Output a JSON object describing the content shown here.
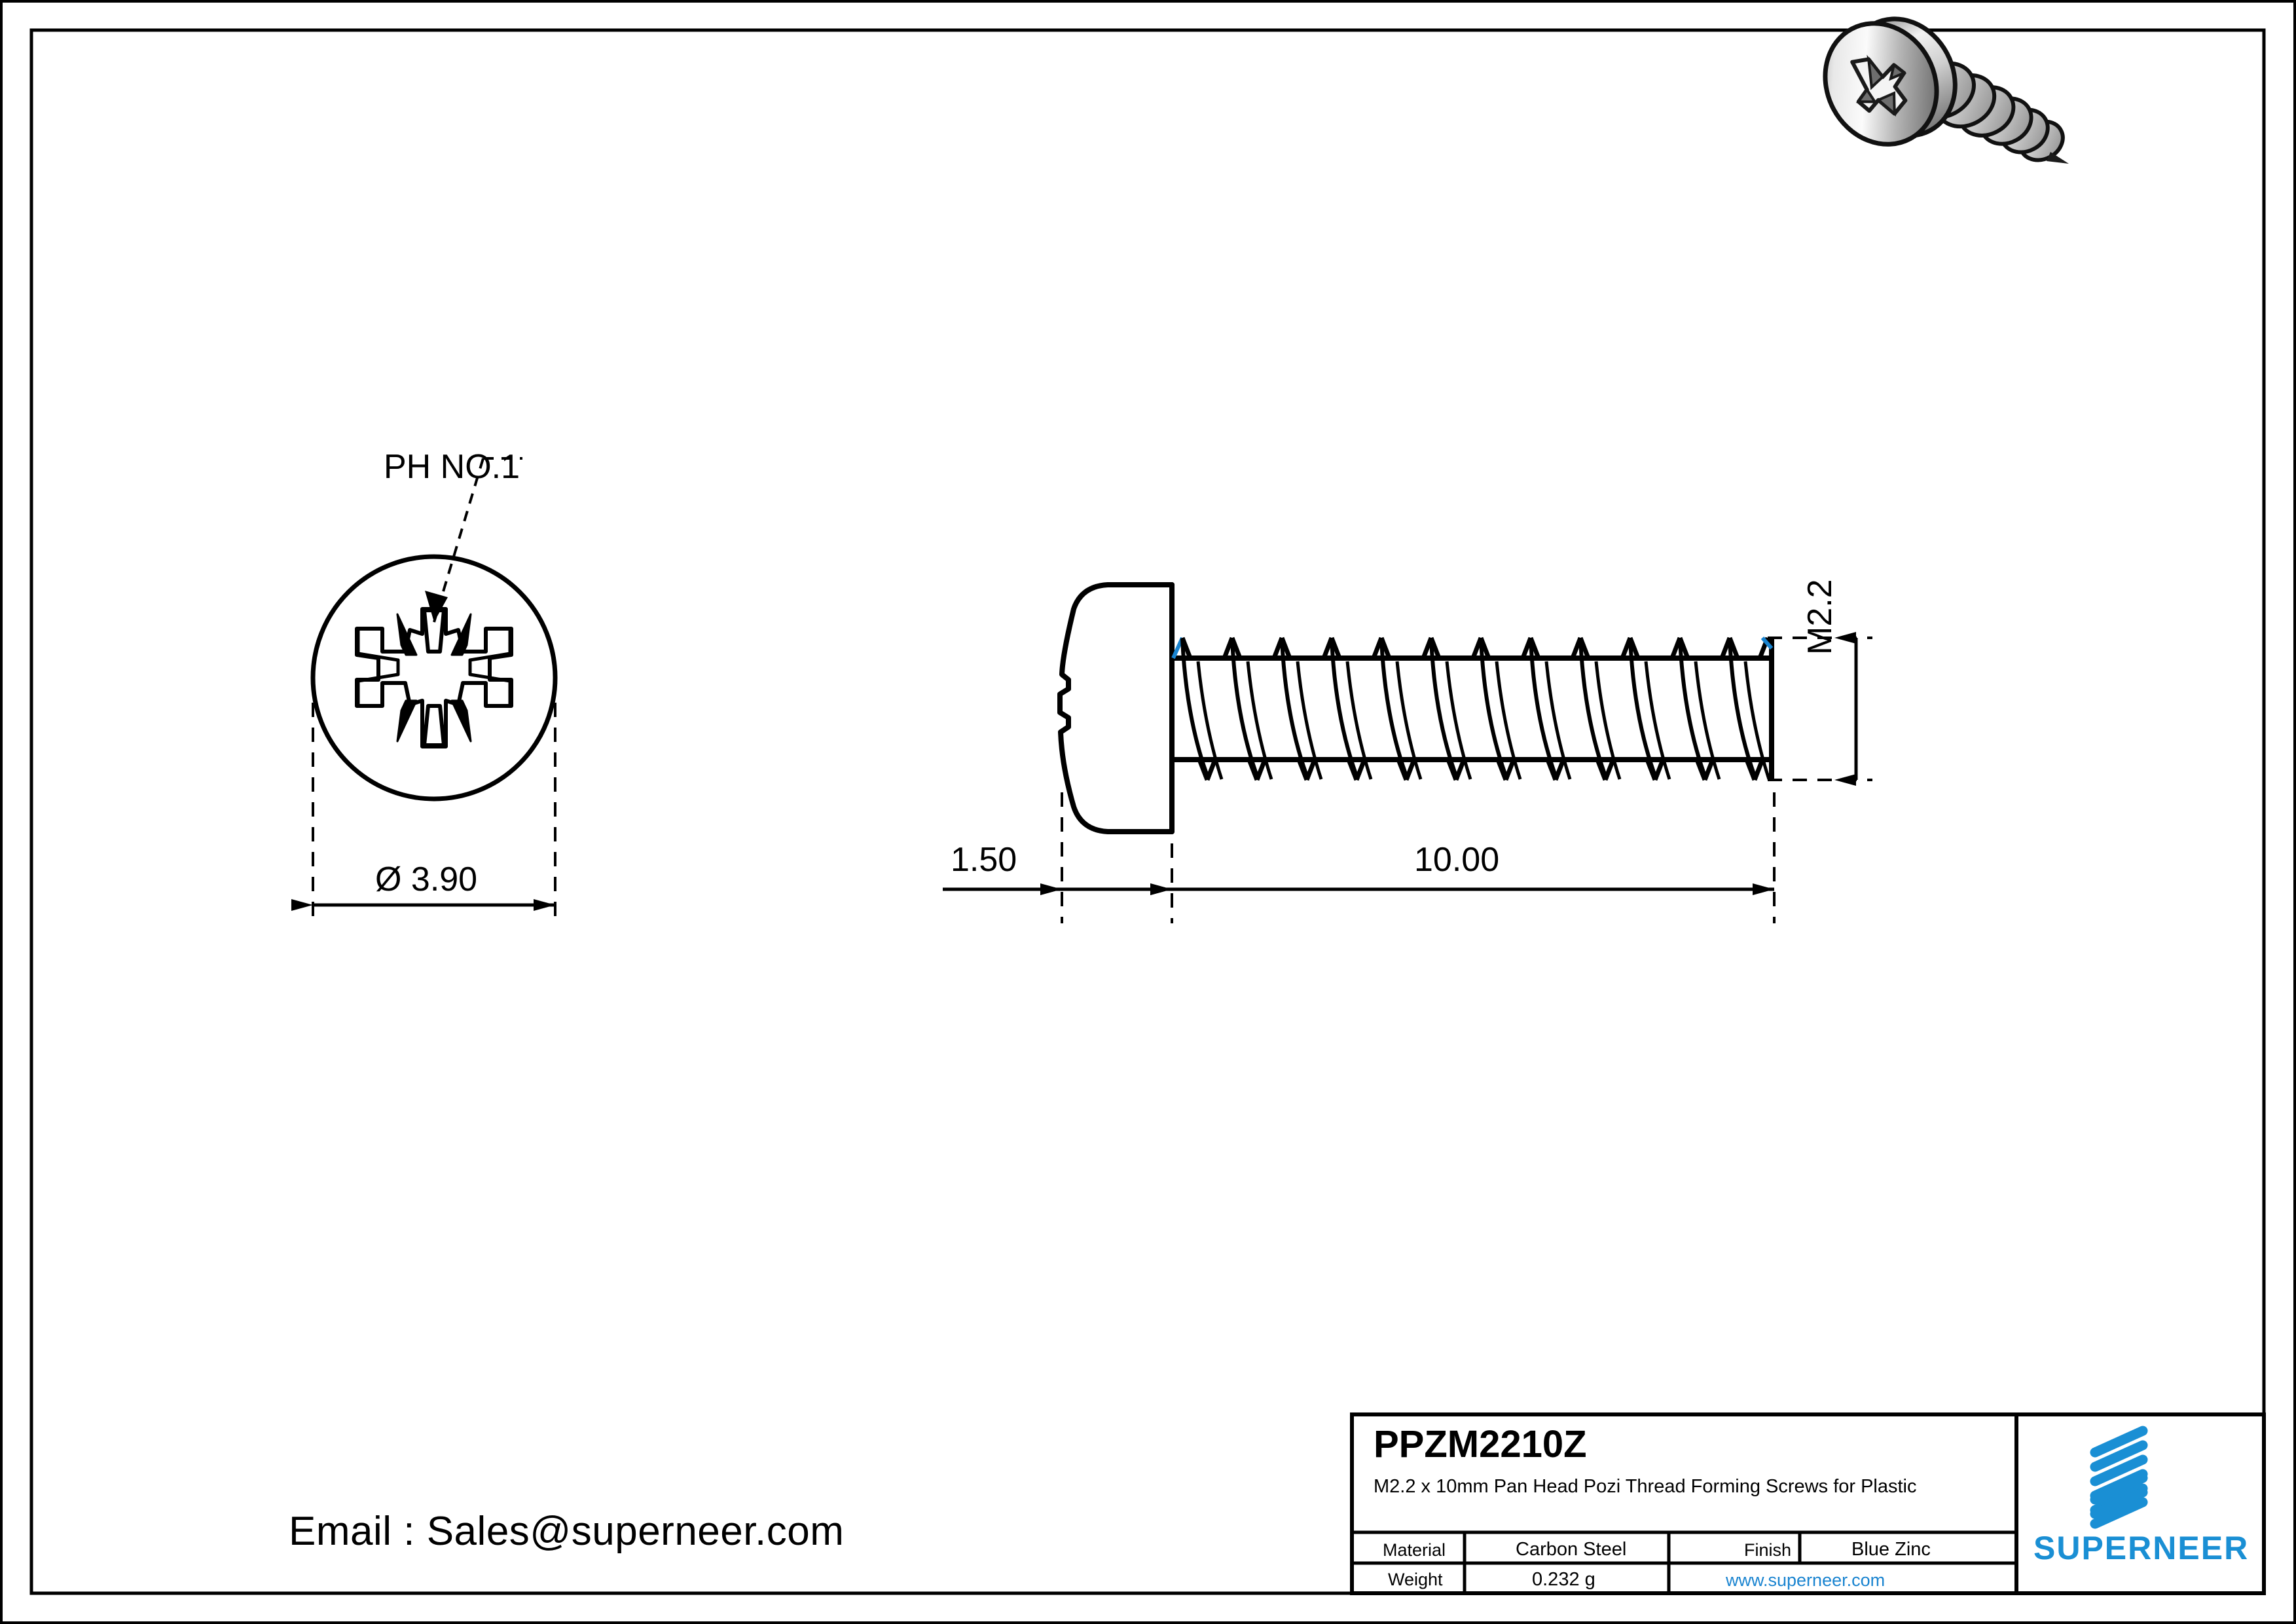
{
  "sheet": {
    "background": "#ffffff",
    "line_color": "#000000",
    "accent_color": "#1a8fd4"
  },
  "drawing": {
    "head_view": {
      "callout_label": "PH NO.1",
      "diameter_dimension": "Ø 3.90",
      "drive_type": "pozidriv"
    },
    "side_view": {
      "head_height_dimension": "1.50",
      "length_dimension": "10.00",
      "thread_dimension": "M2.2"
    }
  },
  "contact": {
    "email_line": "Email : Sales@superneer.com"
  },
  "title_block": {
    "part_number": "PPZM2210Z",
    "description": "M2.2 x 10mm Pan Head Pozi Thread Forming Screws for Plastic",
    "rows": [
      {
        "label": "Material",
        "value": "Carbon Steel"
      },
      {
        "label": "Finish",
        "value": "Blue Zinc"
      },
      {
        "label": "Weight",
        "value": "0.232 g"
      }
    ],
    "material_label": "Material",
    "material_value": "Carbon Steel",
    "finish_label": "Finish",
    "finish_value": "Blue Zinc",
    "weight_label": "Weight",
    "weight_value": "0.232 g",
    "website": "www.superneer.com"
  },
  "brand": {
    "name": "SUPERNEER",
    "logo_color": "#1a8fd4",
    "logo_bars": 8
  }
}
